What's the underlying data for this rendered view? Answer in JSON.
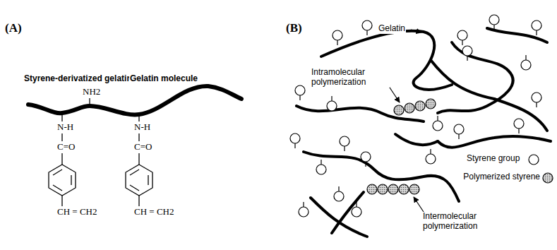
{
  "diagram": {
    "labels": [
      "(A)",
      "(B)",
      "Styrene-derivatized gelatin",
      "Gelatin molecule",
      "NH2",
      "N-H",
      "N-H",
      "C=O",
      "C=O",
      "CH = CH2",
      "CH = CH2",
      "Gelatin",
      "Intramolecular polymerization",
      "Intermolecular polymerization"
    ],
    "legend": [
      {
        "text": "Styrene group"
      },
      {
        "text": "Polymerized styrene"
      }
    ]
  }
}
